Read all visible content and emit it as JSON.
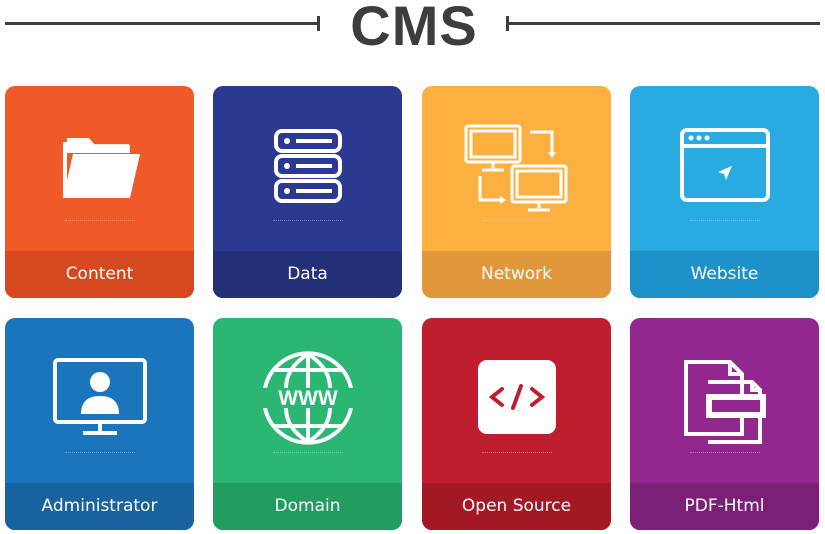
{
  "header": {
    "title": "CMS"
  },
  "tiles": [
    {
      "label": "Content",
      "icon": "folder-icon",
      "color": "#f05a28",
      "band": "#d6481f"
    },
    {
      "label": "Data",
      "icon": "server-icon",
      "color": "#2b3990",
      "band": "#233077"
    },
    {
      "label": "Network",
      "icon": "network-icon",
      "color": "#fbb040",
      "band": "#e0983a"
    },
    {
      "label": "Website",
      "icon": "browser-window-icon",
      "color": "#29abe2",
      "band": "#1e92c8"
    },
    {
      "label": "Administrator",
      "icon": "user-monitor-icon",
      "color": "#1b75bc",
      "band": "#1862a0"
    },
    {
      "label": "Domain",
      "icon": "www-globe-icon",
      "color": "#2bb673",
      "band": "#239c60"
    },
    {
      "label": "Open Source",
      "icon": "code-icon",
      "color": "#be1e2d",
      "band": "#a31825"
    },
    {
      "label": "PDF-Html",
      "icon": "document-convert-icon",
      "color": "#92278f",
      "band": "#7c1f79"
    }
  ]
}
